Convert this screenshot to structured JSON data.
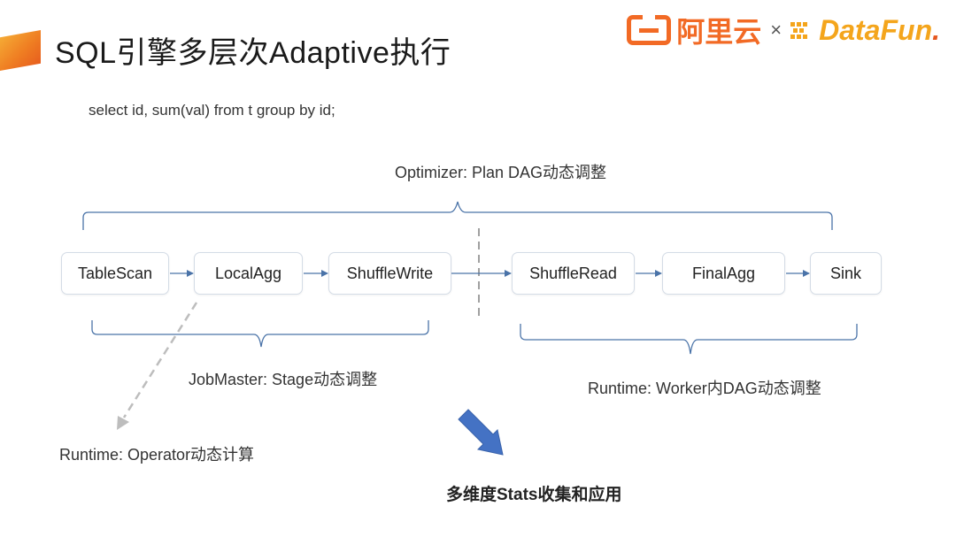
{
  "slide": {
    "title": "SQL引擎多层次Adaptive执行",
    "sql": "select id, sum(val) from t group by id;"
  },
  "logo": {
    "aliyun_text": "阿里云",
    "separator": "×",
    "datafun_text": "DataFun",
    "datafun_dot": ".",
    "colors": {
      "aliyun": "#f26a25",
      "datafun": "#f4a51c"
    }
  },
  "diagram": {
    "nodes": [
      "TableScan",
      "LocalAgg",
      "ShuffleWrite",
      "ShuffleRead",
      "FinalAgg",
      "Sink"
    ],
    "labels": {
      "optimizer": "Optimizer: Plan DAG动态调整",
      "jobmaster": "JobMaster: Stage动态调整",
      "runtime_worker": "Runtime: Worker内DAG动态调整",
      "runtime_operator": "Runtime: Operator动态计算",
      "stats": "多维度Stats收集和应用"
    },
    "colors": {
      "brace": "#4a73a8",
      "arrow": "#4a73a8",
      "big_arrow": "#4472c4",
      "dashed": "#bdbdbd"
    }
  }
}
